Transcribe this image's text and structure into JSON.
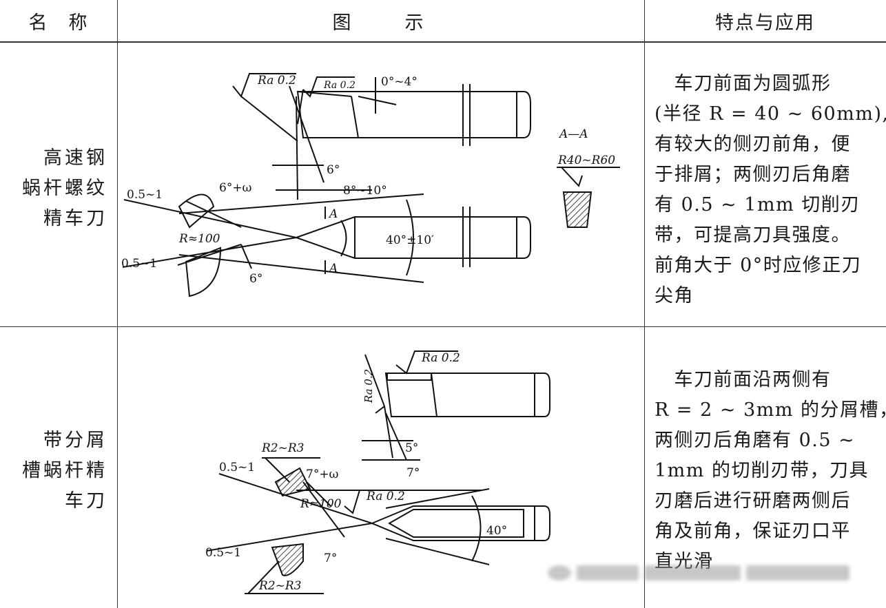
{
  "table": {
    "headers": {
      "name": "名　称",
      "diagram": "图　　示",
      "features": "特点与应用"
    },
    "rows": [
      {
        "name_lines": [
          "高速钢",
          "蜗杆螺纹",
          "精车刀"
        ],
        "desc_lines": [
          "　车刀前面为圆弧形",
          "(半径 R = 40 ~ 60mm),",
          "有较大的侧刃前角，便",
          "于排屑；两侧刃后角磨",
          "有 0.5 ~ 1mm 切削刃",
          "带，可提高刀具强度。",
          "前角大于 0°时应修正刀",
          "尖角"
        ],
        "labels": {
          "ra1": "Ra 0.2",
          "ra2": "Ra 0.2",
          "angle_top": "0°~4°",
          "section": "A—A",
          "r_section": "R40~R60",
          "angle_6": "6°",
          "angle_8_10": "8°~10°",
          "angle_6w": "6°+ω",
          "dim_05_1_top": "0.5~1",
          "r100": "R≈100",
          "dim_05_1_bot": "0.5~1",
          "angle_6_bot": "6°",
          "cut_a_top": "A",
          "cut_a_bot": "A",
          "angle_40": "40°±10′"
        }
      },
      {
        "name_lines": [
          "带分屑",
          "槽蜗杆精",
          "车刀"
        ],
        "desc_lines": [
          "　车刀前面沿两侧有",
          "R = 2 ~ 3mm 的分屑槽，",
          "两侧刃后角磨有 0.5 ~",
          "1mm 的切削刃带，刀具",
          "刃磨后进行研磨两侧后",
          "角及前角，保证刃口平",
          "直光滑"
        ],
        "labels": {
          "ra_vert": "Ra 0.2",
          "ra_top": "Ra 0.2",
          "angle_5": "5°",
          "angle_7_top": "7°",
          "r2r3_top": "R2~R3",
          "dim_05_1_top": "0.5~1",
          "angle_7w": "7°+ω",
          "ra_mid": "Ra 0.2",
          "r100": "R≈100",
          "angle_40": "40°",
          "dim_05_1_bot": "0.5~1",
          "angle_7_bot": "7°",
          "r2r3_bot": "R2~R3"
        }
      }
    ]
  }
}
